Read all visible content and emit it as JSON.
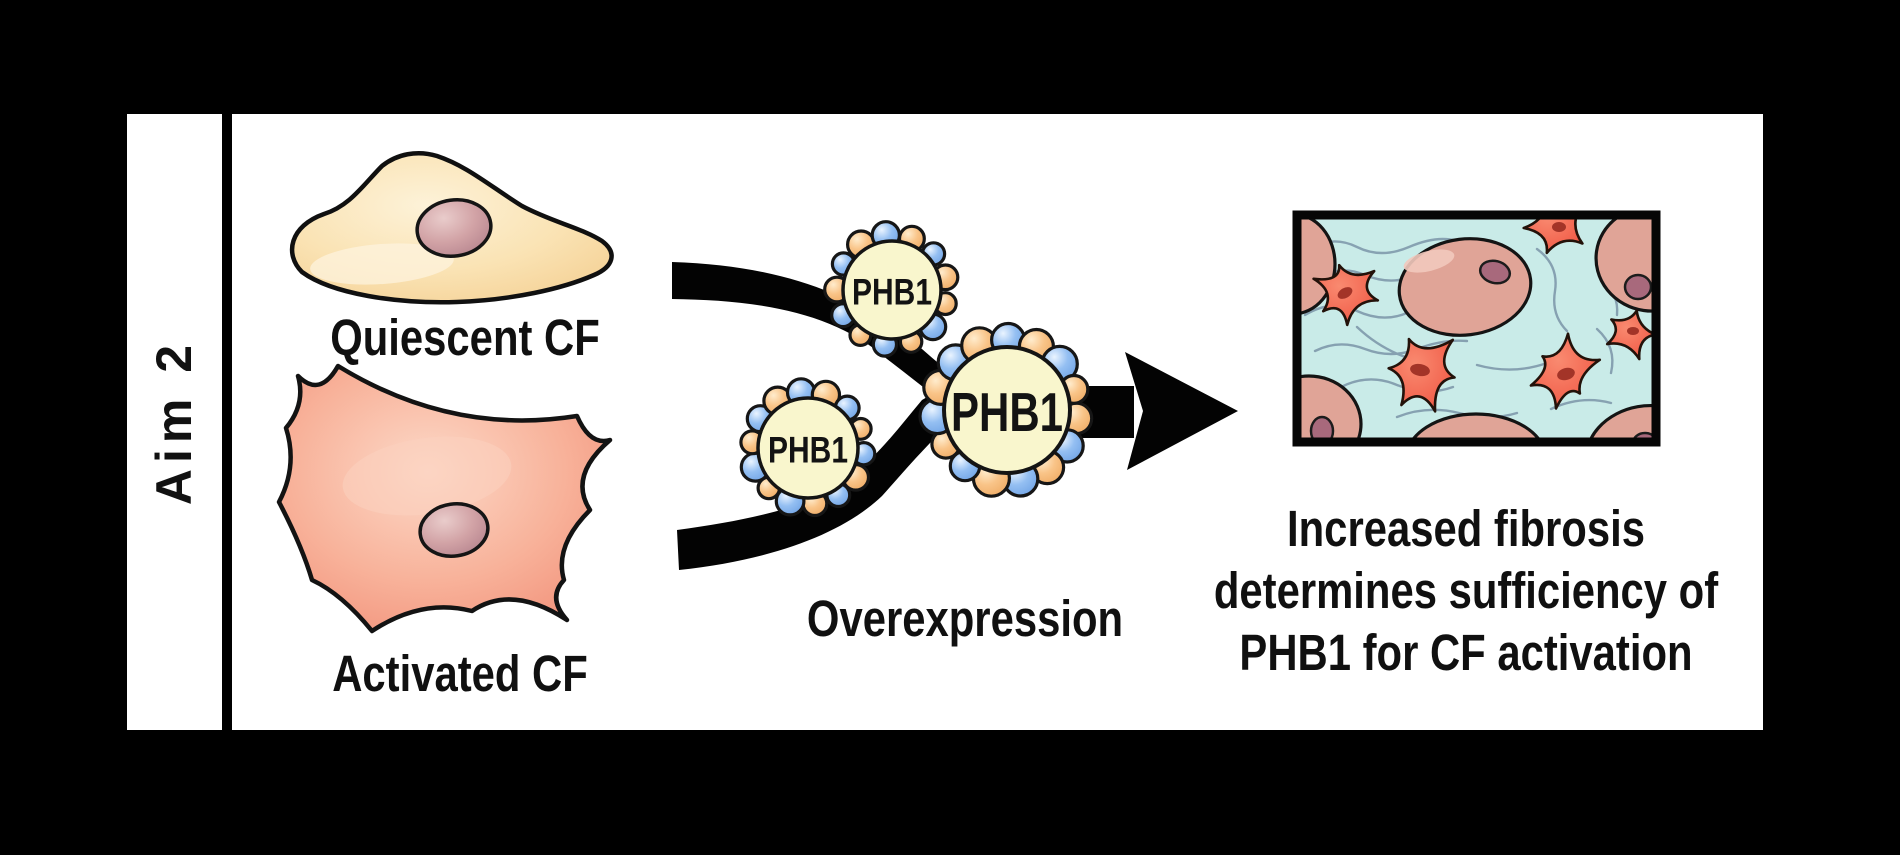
{
  "sidebar": {
    "label": "Aim 2"
  },
  "diagram": {
    "quiescent_cell_label": "Quiescent CF",
    "activated_cell_label": "Activated CF",
    "vesicles": {
      "top": "PHB1",
      "left": "PHB1",
      "large": "PHB1"
    },
    "process_label": "Overexpression",
    "outcome_caption": {
      "line1": "Increased fibrosis",
      "line2": "determines sufficiency of",
      "line3": "PHB1 for CF activation"
    }
  },
  "colors": {
    "background": "#000000",
    "panel": "#ffffff",
    "arrow": "#000000",
    "quiescent_body": "#fae3b4",
    "activated_body": "#f8b49c",
    "cell_nucleus": "#c59ba1",
    "vesicle_fill": "#f9f6cd",
    "bead_orange": "#f9c488",
    "bead_blue": "#94bff2",
    "micrograph_background": "#c9ebe8",
    "collagen_line": "#7b95a8",
    "myofibroblast_red": "#ef5340",
    "cardiomyocyte_pink": "#e0a497"
  }
}
